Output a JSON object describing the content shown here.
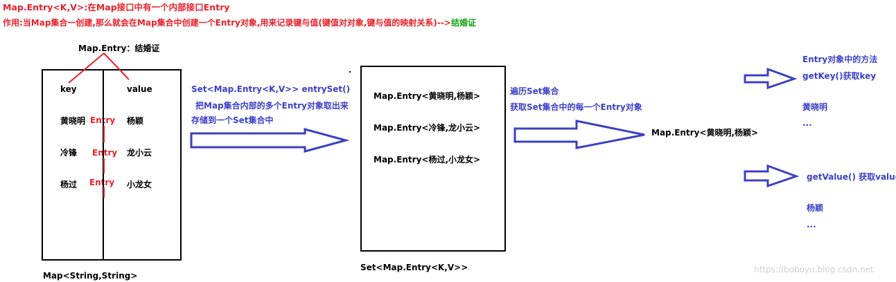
{
  "header": {
    "line1": "Map.Entry<K,V>:在Map接口中有一个内部接口Entry",
    "line2": "作用:当Map集合一创建,那么就会在Map集合中创建一个Entry对象,用来记录键与值(键值对对象,键与值的映射关系)-->",
    "line2_highlight": "结婚证"
  },
  "map_box": {
    "title": "Map.Entry：结婚证",
    "key_header": "key",
    "value_header": "value",
    "rows": [
      {
        "key": "黄晓明",
        "entry": "Entry",
        "value": "杨颖"
      },
      {
        "key": "冷锋",
        "entry": "Entry",
        "value": "龙小云"
      },
      {
        "key": "杨过",
        "entry": "Entry",
        "value": "小龙女"
      }
    ],
    "caption": "Map<String,String>"
  },
  "arrow1_text": {
    "line1": "Set<Map.Entry<K,V>> entrySet()",
    "line2": "把Map集合内部的多个Entry对象取出来",
    "line3": "存储到一个Set集合中"
  },
  "set_box": {
    "items": [
      "Map.Entry<黄晓明,杨颖>",
      "Map.Entry<冷锋,龙小云>",
      "Map.Entry<杨过,小龙女>"
    ],
    "caption": "Set<Map.Entry<K,V>>"
  },
  "arrow2_text": {
    "line1": "遍历Set集合",
    "line2": "获取Set集合中的每一个Entry对象"
  },
  "entry_object": "Map.Entry<黄晓明,杨颖>",
  "methods": {
    "title": "Entry对象中的方法",
    "get_key": "getKey()获取key",
    "key_result": "黄晓明",
    "key_more": "...",
    "get_value": "getValue() 获取value",
    "value_result": "杨颖",
    "value_more": "..."
  },
  "watermark": "https://boboyu.blog.csdn.net",
  "colors": {
    "red": "#e8202a",
    "green": "#12a812",
    "blue": "#3a3fc6"
  }
}
